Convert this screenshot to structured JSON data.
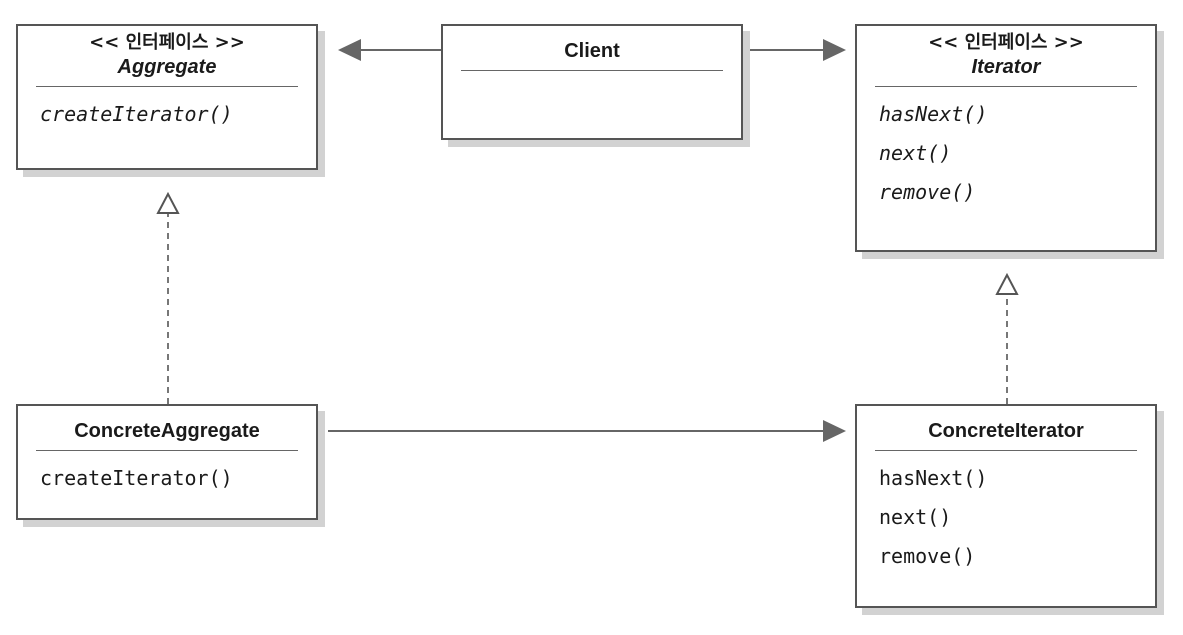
{
  "diagram": {
    "classes": {
      "aggregate": {
        "stereotype": "<< 인터페이스 >>",
        "name": "Aggregate",
        "operations": [
          "createIterator()"
        ]
      },
      "client": {
        "name": "Client",
        "operations": []
      },
      "iterator": {
        "stereotype": "<< 인터페이스 >>",
        "name": "Iterator",
        "operations": [
          "hasNext()",
          "next()",
          "remove()"
        ]
      },
      "concrete_aggregate": {
        "name": "ConcreteAggregate",
        "operations": [
          "createIterator()"
        ]
      },
      "concrete_iterator": {
        "name": "ConcreteIterator",
        "operations": [
          "hasNext()",
          "next()",
          "remove()"
        ]
      }
    },
    "relationships": [
      {
        "from": "Client",
        "to": "Aggregate",
        "kind": "association"
      },
      {
        "from": "Client",
        "to": "Iterator",
        "kind": "association"
      },
      {
        "from": "ConcreteAggregate",
        "to": "Aggregate",
        "kind": "realization"
      },
      {
        "from": "ConcreteIterator",
        "to": "Iterator",
        "kind": "realization"
      },
      {
        "from": "ConcreteAggregate",
        "to": "ConcreteIterator",
        "kind": "association"
      }
    ],
    "colors": {
      "border": "#555555",
      "shadow": "#d2d2d2",
      "edge": "#666666"
    }
  }
}
